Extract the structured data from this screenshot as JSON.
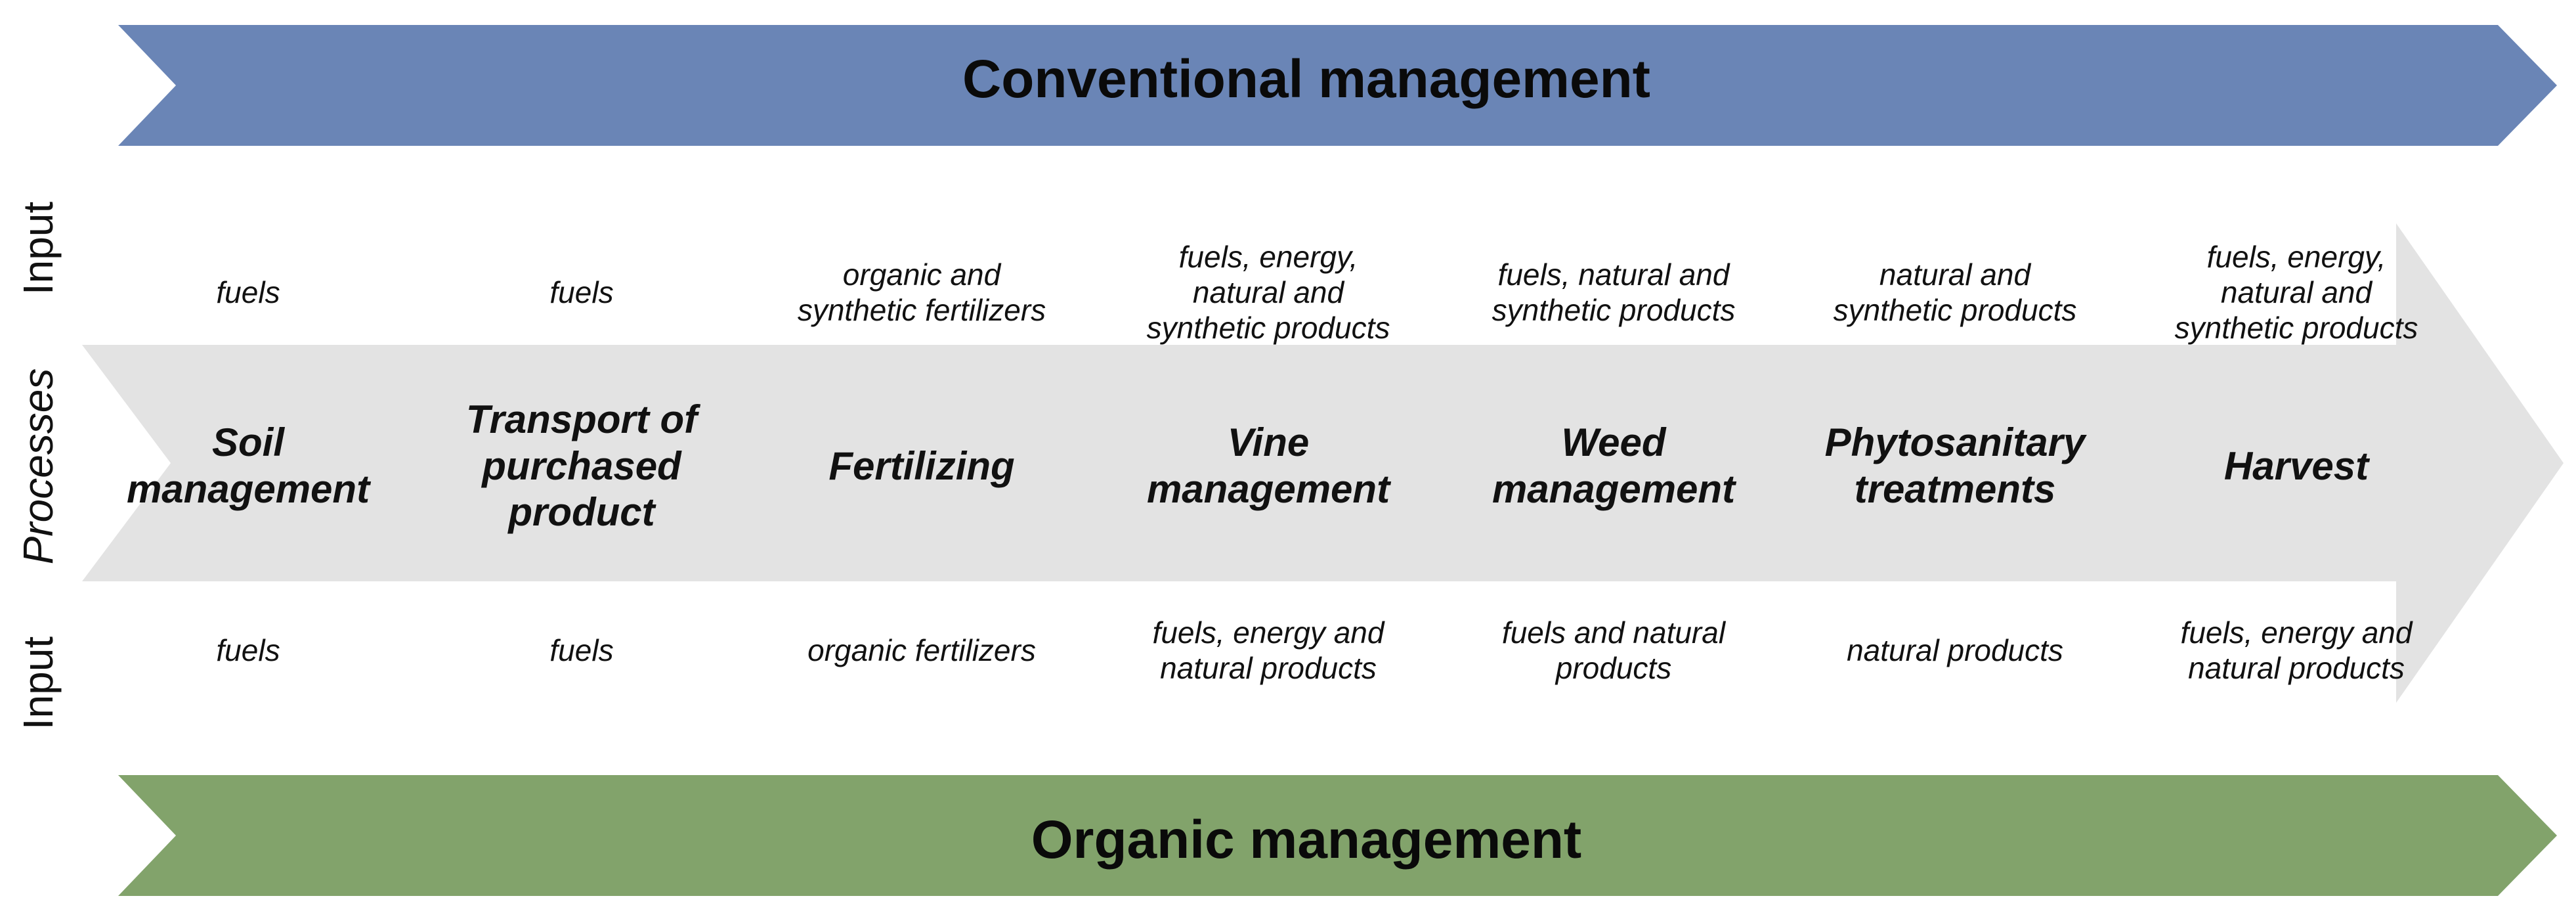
{
  "banners": {
    "top_title": "Conventional management",
    "bottom_title": "Organic management",
    "top_color": "#6a85b6",
    "bottom_color": "#82a36b",
    "middle_color": "#e3e3e3"
  },
  "side_labels": {
    "top_input": "Input",
    "processes": "Processes",
    "bottom_input": "Input"
  },
  "stages": [
    {
      "process": [
        "Soil",
        "management"
      ],
      "conventional_input": [
        "fuels"
      ],
      "organic_input": [
        "fuels"
      ]
    },
    {
      "process": [
        "Transport of",
        "purchased",
        "product"
      ],
      "conventional_input": [
        "fuels"
      ],
      "organic_input": [
        "fuels"
      ]
    },
    {
      "process": [
        "Fertilizing"
      ],
      "conventional_input": [
        "organic and",
        "synthetic fertilizers"
      ],
      "organic_input": [
        "organic fertilizers"
      ]
    },
    {
      "process": [
        "Vine",
        "management"
      ],
      "conventional_input": [
        "fuels, energy,",
        "natural and",
        "synthetic products"
      ],
      "organic_input": [
        "fuels, energy and",
        "natural products"
      ]
    },
    {
      "process": [
        "Weed",
        "management"
      ],
      "conventional_input": [
        "fuels, natural and",
        "synthetic products"
      ],
      "organic_input": [
        "fuels and natural",
        "products"
      ]
    },
    {
      "process": [
        "Phytosanitary",
        "treatments"
      ],
      "conventional_input": [
        "natural and",
        "synthetic products"
      ],
      "organic_input": [
        "natural products"
      ]
    },
    {
      "process": [
        "Harvest"
      ],
      "conventional_input": [
        "fuels, energy,",
        "natural and",
        "synthetic products"
      ],
      "organic_input": [
        "fuels, energy and",
        "natural products"
      ]
    }
  ]
}
